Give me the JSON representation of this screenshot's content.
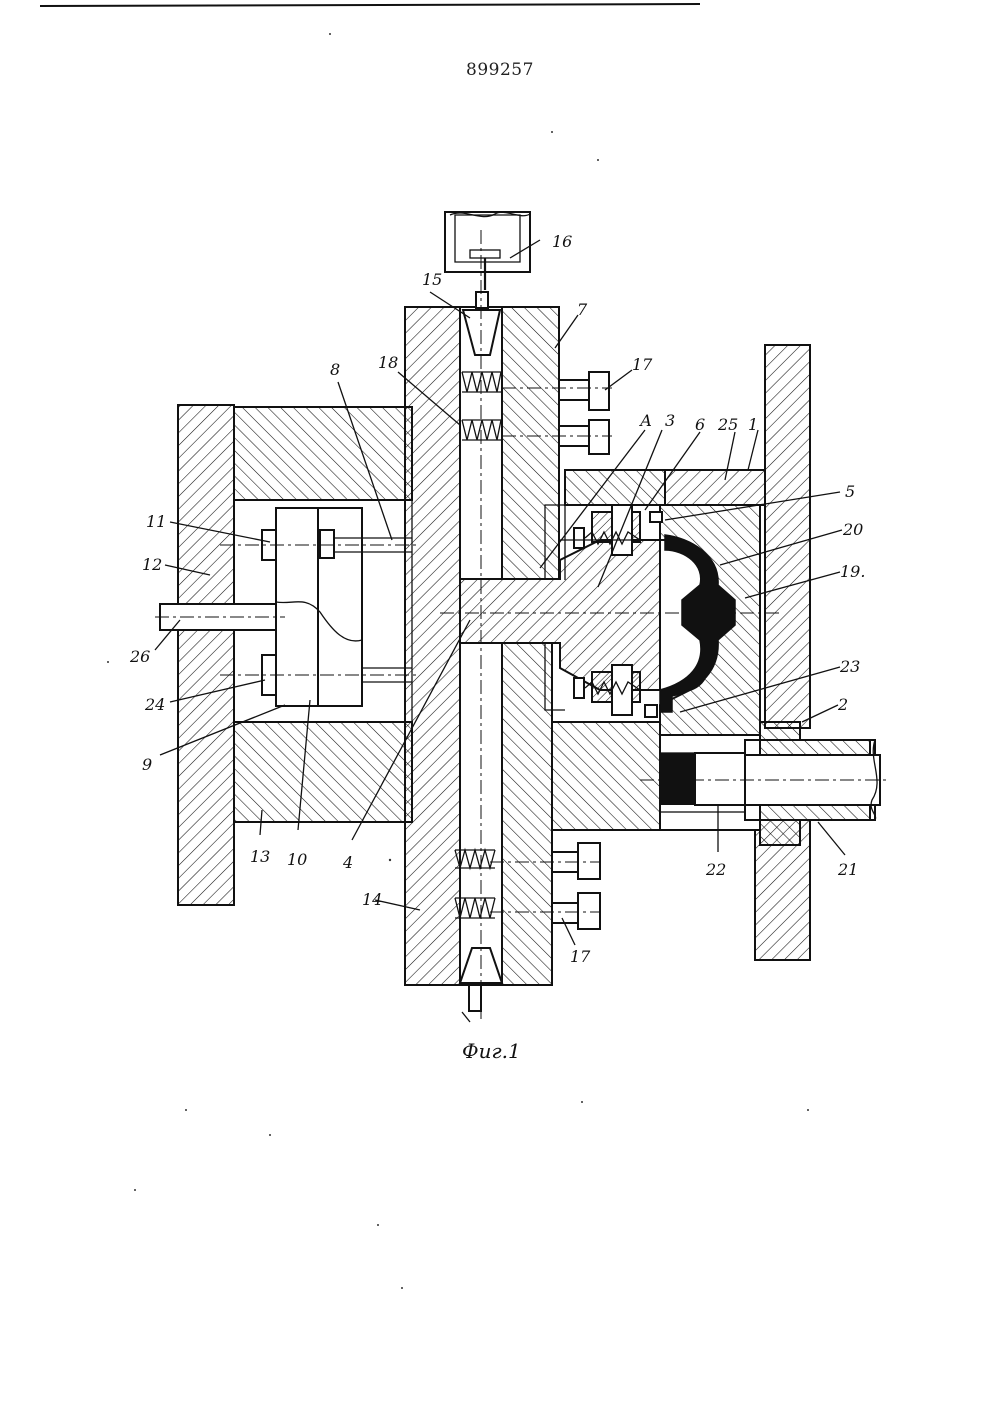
{
  "document_number": "899257",
  "figure_caption": "Фиг.1",
  "labels": {
    "l1": "1",
    "l2": "2",
    "l3": "3",
    "l4": "4",
    "l5": "5",
    "l6": "6",
    "l7": "7",
    "l8": "8",
    "l9": "9",
    "l10": "10",
    "l11": "11",
    "l12": "12",
    "l13": "13",
    "l14": "14",
    "l15": "15",
    "l16": "16",
    "l17a": "17",
    "l17b": "17",
    "l18": "18",
    "l19": "19.",
    "l20": "20",
    "l21": "21",
    "l22": "22",
    "l23": "23",
    "l24": "24",
    "l25": "25",
    "l26": "26",
    "lA": "А"
  }
}
